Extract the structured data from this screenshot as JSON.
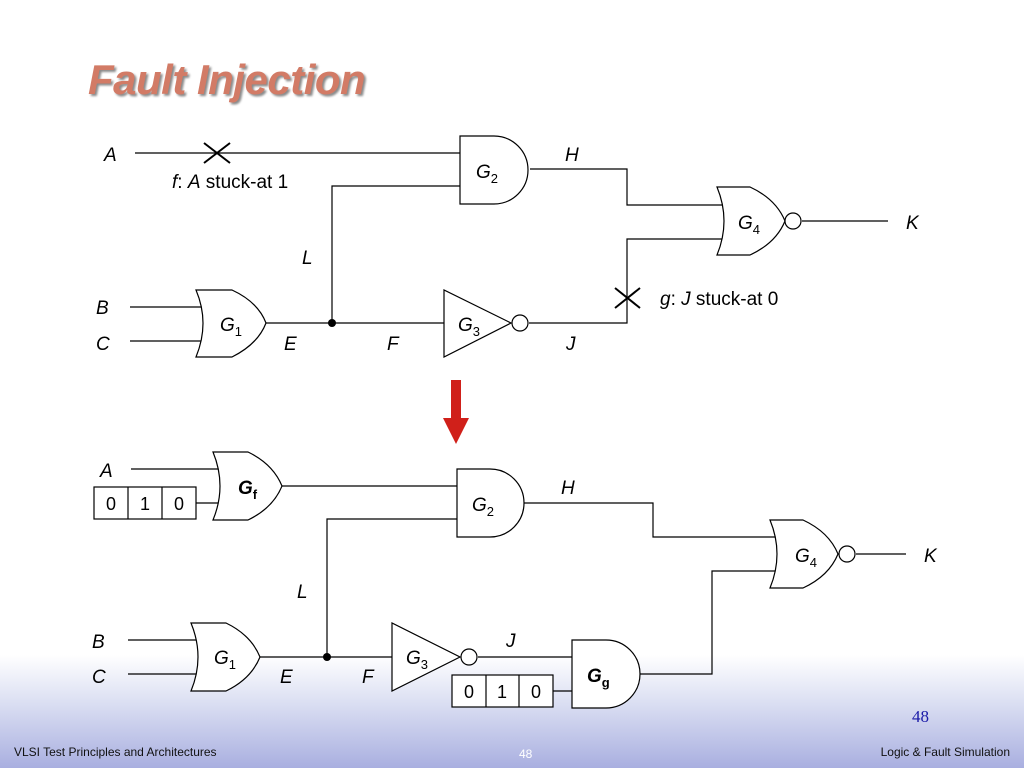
{
  "slide": {
    "title": "Fault Injection",
    "page_number": "48",
    "footer": {
      "left": "VLSI Test Principles and Architectures",
      "center": "48",
      "right": "Logic & Fault Simulation"
    }
  },
  "top_circuit": {
    "signals": {
      "A": "A",
      "B": "B",
      "C": "C",
      "E": "E",
      "F": "F",
      "H": "H",
      "J": "J",
      "K": "K",
      "L": "L"
    },
    "gates": {
      "G1": {
        "base": "G",
        "sub": "1"
      },
      "G2": {
        "base": "G",
        "sub": "2"
      },
      "G3": {
        "base": "G",
        "sub": "3"
      },
      "G4": {
        "base": "G",
        "sub": "4"
      }
    },
    "faults": {
      "f": {
        "name": "f",
        "sep": ": ",
        "signal": "A",
        "desc": " stuck-at 1"
      },
      "g": {
        "name": "g",
        "sep": ": ",
        "signal": "J",
        "desc": " stuck-at 0"
      }
    }
  },
  "bottom_circuit": {
    "signals": {
      "A": "A",
      "B": "B",
      "C": "C",
      "E": "E",
      "F": "F",
      "H": "H",
      "J": "J",
      "K": "K",
      "L": "L"
    },
    "gates": {
      "G1": {
        "base": "G",
        "sub": "1"
      },
      "G2": {
        "base": "G",
        "sub": "2"
      },
      "G3": {
        "base": "G",
        "sub": "3"
      },
      "G4": {
        "base": "G",
        "sub": "4"
      },
      "Gf": {
        "base": "G",
        "sub": "f"
      },
      "Gg": {
        "base": "G",
        "sub": "g"
      }
    },
    "fault_registers": {
      "f": [
        "0",
        "1",
        "0"
      ],
      "g": [
        "0",
        "1",
        "0"
      ]
    }
  },
  "colors": {
    "title": "#d27b66",
    "arrow": "#d0201a",
    "page_number": "#1a1aa8"
  }
}
